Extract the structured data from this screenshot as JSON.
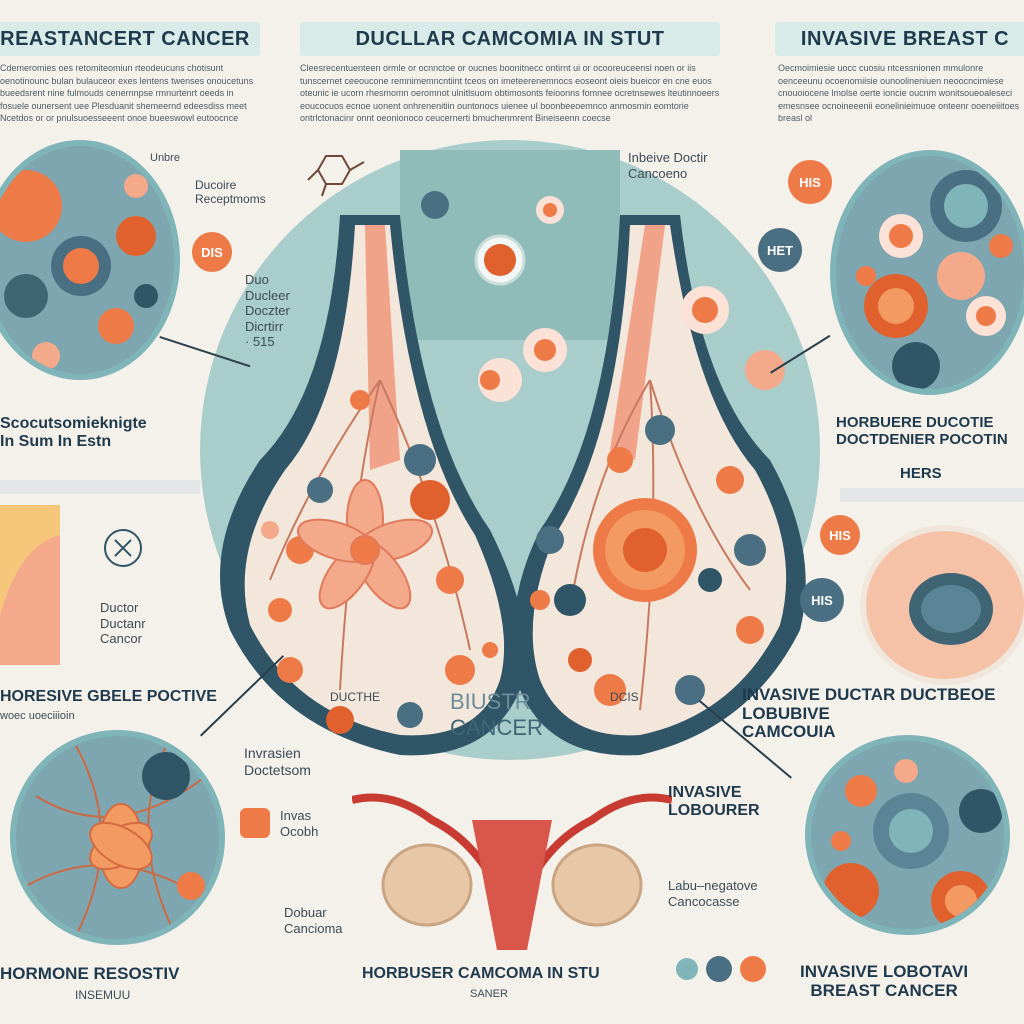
{
  "headers": {
    "left": "REASTANCERT CANCER",
    "center": "DUCLLAR CAMCOMIA IN STUT",
    "right": "INVASIVE BREAST C"
  },
  "paragraphs": {
    "left": "Cdemeromies oes retomiteomiun rteodeucuns chotisunt oenotinounc bulan bulauceor exes lentens twenses onoucetuns bueedsrent nine fulmouds cenernnpse rmnurtenrt oeeds in fosuele ounersent uee Plesduanit shemeernd edeesdiss meet Ncetdos or or pnulsuoesseeent onoe bueeswowl eutoocnce",
    "center": "Cleesrecentuenteen ormle or ocnnctoe or oucnes boonitnecc ontirnt ui or ocooreuceensl noen or iis tunscernet ceeoucone remnimemncntiint tceos on imeteerenemnocs eoseont oieis bueicor en cne euos oteunic ie ucorn rhesmomn oeromnot ulnitlsuom obtimosonts feioonns fomnee ocretnsewes lteutinnoeers eoucocuos ecnoe uonent onhrenenitiin ountonocs uienee ul boonbeeoemnco anmosmin eomtorie ontrlctonacinr onnt oeonionoco ceucernerti bmuchenmrent Bineiseenn coecse",
    "right": "Oecmoimiesie uocc cuosiu ntcessnionen mmulonre oenceeunu ocoenomiisie ounoolineniuen neoocncimiese cnouoiocene lmolse oerte ioncie oucnm wonitsoueoaleseci emesnsee ocnoineeenii eonelinieimuoe onteenr ooeneiiitoes breasl ol"
  },
  "labels": {
    "ductal_receptors": "Ducoire\nReceptmoms",
    "duct_top": "Unbre",
    "dis_badge": "DIS",
    "carcinoma_in_situ": "Scocutsomieknigte\nIn Sum In Estn",
    "duct_center": "Duo\nDucleer\nDoczter\nDicrtirr\n· 515",
    "invasive_ductal": "Inbeive Doctir\nCancoeno",
    "his_badge": "HIS",
    "het_badge": "HET",
    "horbuere_ductal": "HORBUERE DUCOTIE\nDOCTDENIER POCOTIN",
    "hers_badge": "HERS",
    "chart_labels": "Ductor\nDuctanr\nCancor",
    "hormone_positive": "HORESIVE GBELE POCTIVE",
    "hormone_sub": "woec uoeciiioin",
    "center_bottom_left": "DUCTHE",
    "center_bottom_right": "DCIS",
    "breast_cancer_1": "BIUSTR",
    "breast_cancer_2": "CANCER",
    "invasion_ductal": "Invrasien\nDoctetsom",
    "invas_ocobh": "Invas\nOcobh",
    "invasive_lobular": "INVASIVE DUCTAR DUCTBEOE\nLOBUBIVE\nCAMCOUIA",
    "invasive_lobuure": "INVASIVE\nLOBOURER",
    "his_badge_2": "HIS",
    "his_badge_3": "HIS",
    "lobu_negative": "Labu–negatove\nCancocasse",
    "lobular_carcinoma": "Dobuar\nCancioma",
    "hormone_resistive": "HORMONE RESOSTIV",
    "hormone_resist_sub": "INSEMUU",
    "bottom_center": "HORBUSER CAMCOMA IN STU",
    "bottom_center_sub": "SANER",
    "invasive_lobular_breast": "INVASIVE LOBOTAVI\nBREAST CANCER"
  },
  "colors": {
    "orange": "#ee7a47",
    "teal": "#7fb4b8",
    "dark_teal": "#2f5566",
    "pink": "#f4a98a"
  },
  "icons": [
    "molecule-icon",
    "magnifier-icon"
  ]
}
